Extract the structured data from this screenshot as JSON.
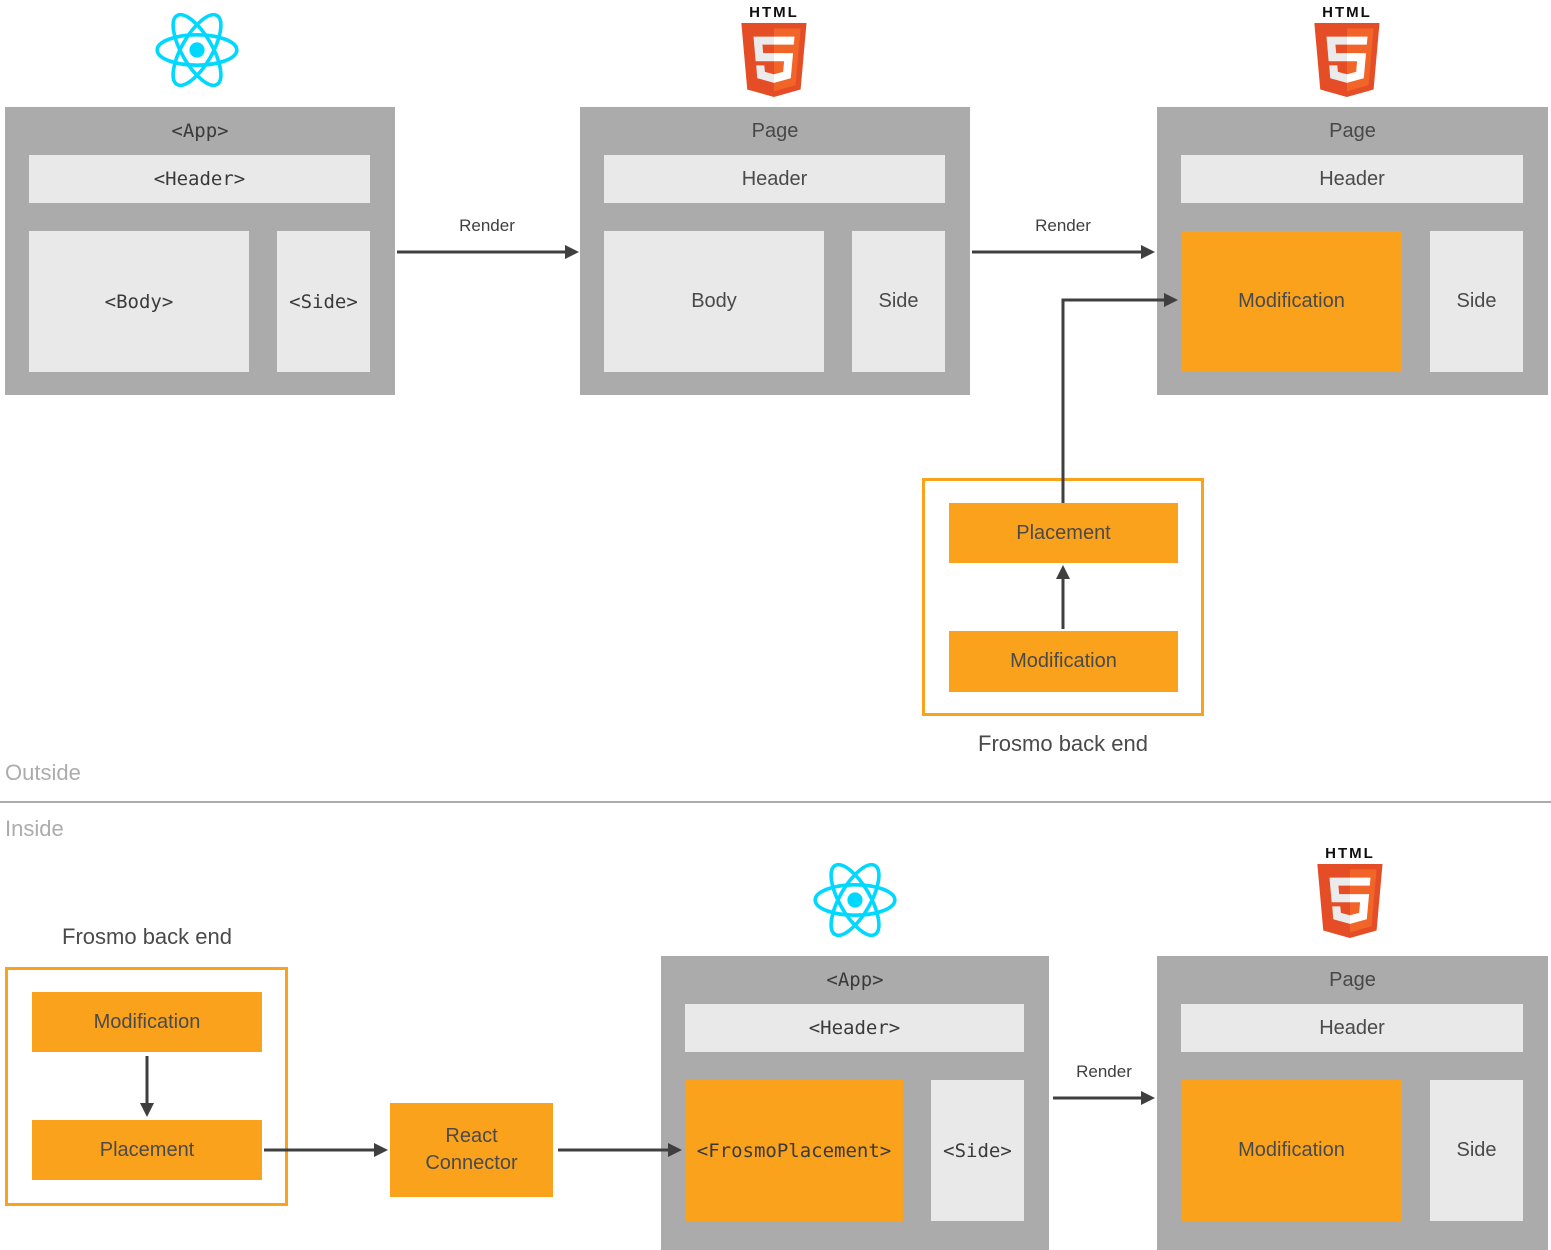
{
  "labels": {
    "render": "Render",
    "outside": "Outside",
    "inside": "Inside",
    "html_logo_text": "HTML"
  },
  "outside": {
    "react_app": {
      "title": "<App>",
      "header": "<Header>",
      "body": "<Body>",
      "side": "<Side>"
    },
    "page_rendered": {
      "title": "Page",
      "header": "Header",
      "body": "Body",
      "side": "Side"
    },
    "page_modified": {
      "title": "Page",
      "header": "Header",
      "modification": "Modification",
      "side": "Side"
    },
    "frosmo_backend": {
      "caption": "Frosmo back end",
      "placement": "Placement",
      "modification": "Modification"
    }
  },
  "inside": {
    "frosmo_backend": {
      "caption": "Frosmo back end",
      "modification": "Modification",
      "placement": "Placement"
    },
    "react_connector": {
      "label": "React Connector"
    },
    "react_app": {
      "title": "<App>",
      "header": "<Header>",
      "placement": "<FrosmoPlacement>",
      "side": "<Side>"
    },
    "page_rendered": {
      "title": "Page",
      "header": "Header",
      "modification": "Modification",
      "side": "Side"
    }
  },
  "colors": {
    "frosmo_orange": "#FAA21C",
    "wireframe_gray": "#ABABAB",
    "wireframe_light_gray": "#E9E9E9",
    "arrow_dark_gray": "#3F3F3F",
    "react_cyan": "#00D8FF",
    "html5_orange_dark": "#E44D26",
    "html5_orange_light": "#F16529"
  }
}
